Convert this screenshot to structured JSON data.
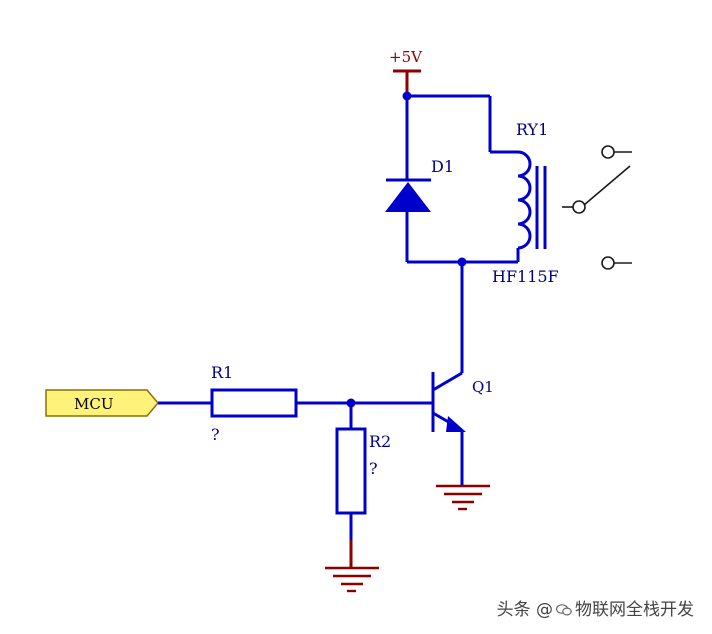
{
  "power": {
    "label": "+5V"
  },
  "diode": {
    "ref": "D1"
  },
  "relay": {
    "ref": "RY1",
    "value": "HF115F"
  },
  "transistor": {
    "ref": "Q1"
  },
  "resistor1": {
    "ref": "R1",
    "value": "?"
  },
  "resistor2": {
    "ref": "R2",
    "value": "?"
  },
  "port": {
    "label": "MCU"
  },
  "watermark": {
    "prefix": "头条 @",
    "text": "物联网全栈开发"
  },
  "colors": {
    "wire": "#0000cc",
    "power": "#8b0000",
    "port_fill": "#fff27a",
    "port_stroke": "#8b6f00",
    "label": "#000080"
  }
}
